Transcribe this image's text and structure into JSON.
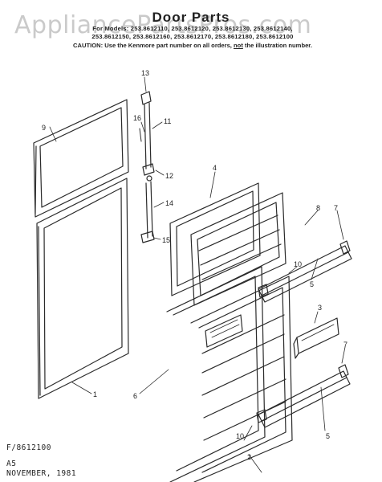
{
  "header": {
    "watermark": "AppliancePartsPros.com",
    "title": "Door Parts",
    "model_lines": [
      "For Models: 253.8612110, 253.8612120, 253.8612130, 253.8612140,",
      "253.8612150, 253.8612160, 253.8612170, 253.8612180, 253.8612100"
    ],
    "caution_prefix": "CAUTION: Use the Kenmore part number on all orders,",
    "caution_emph": "not",
    "caution_suffix": "the illustration number."
  },
  "callouts": {
    "c1": "1",
    "c2": "2",
    "c3": "3",
    "c4": "4",
    "c5a": "5",
    "c5b": "5",
    "c6": "6",
    "c7a": "7",
    "c7b": "7",
    "c8": "8",
    "c9": "9",
    "c10a": "10",
    "c10b": "10",
    "c11": "11",
    "c12": "12",
    "c13": "13",
    "c14": "14",
    "c15": "15",
    "c16": "16"
  },
  "footer": {
    "code": "F/8612100",
    "rev": "A5",
    "date": "NOVEMBER, 1981"
  }
}
